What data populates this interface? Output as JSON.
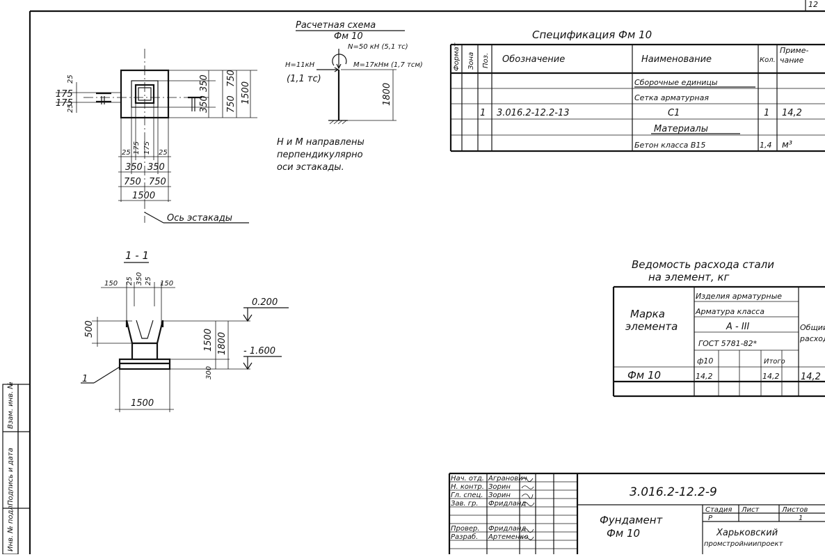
{
  "sheet_corner": "12",
  "scheme": {
    "title": "Расчетная схема",
    "element": "Фм 10",
    "n_load": "N=50 кН (5,1 тс)",
    "m_load": "M=17кНм (1,7 тсм)",
    "h_load": "H=11кН",
    "h_load2": "(1,1 тс)",
    "height": "1800",
    "note_1": "H и M направлены",
    "note_2": "перпендикулярно",
    "note_3": "оси эстакады."
  },
  "plan": {
    "dims_right": [
      "350",
      "350",
      "750",
      "750",
      "1500"
    ],
    "dims_left": [
      "175",
      "175",
      "25",
      "25"
    ],
    "dims_bottom_1": [
      "25",
      "175",
      "175",
      "25"
    ],
    "dims_bottom_2": [
      "350",
      "350"
    ],
    "dims_bottom_3": [
      "750",
      "750"
    ],
    "dims_bottom_4": "1500",
    "axis_label": "Ось эстакады"
  },
  "section": {
    "title": "1 - 1",
    "dims_top": [
      "150",
      "25",
      "350",
      "25",
      "150"
    ],
    "dim_left": "500",
    "dim_right_1": "1500",
    "dim_right_2": "1800",
    "dim_right_3": "300",
    "level_top": "0.200",
    "level_bottom": "- 1.600",
    "pos_label": "1",
    "width": "1500"
  },
  "spec": {
    "title": "Спецификация Фм 10",
    "headers": {
      "format": "Формат",
      "zone": "Зона",
      "pos": "Поз.",
      "designation": "Обозначение",
      "name": "Наименование",
      "qty": "Кол.",
      "note": "Приме- чание"
    },
    "rows": [
      {
        "pos": "",
        "designation": "",
        "name": "Сборочные единицы",
        "qty": "",
        "note": "",
        "underline": true
      },
      {
        "pos": "",
        "designation": "",
        "name": "Сетка арматурная",
        "qty": "",
        "note": "",
        "underline": false
      },
      {
        "pos": "1",
        "designation": "3.016.2-12.2-13",
        "name": "С1",
        "qty": "1",
        "note": "14,2",
        "underline": false
      },
      {
        "pos": "",
        "designation": "",
        "name": "Материалы",
        "qty": "",
        "note": "",
        "underline": true
      },
      {
        "pos": "",
        "designation": "",
        "name": "Бетон класса В15",
        "qty": "1,4",
        "note": "м³",
        "underline": false
      }
    ]
  },
  "steel": {
    "title_1": "Ведомость расхода стали",
    "title_2": "на элемент, кг",
    "mark_header": "Марка элемента",
    "h_products": "Изделия арматурные",
    "h_class": "Арматура класса",
    "h_class_value": "А - III",
    "h_gost": "ГОСТ 5781-82*",
    "h_total": "Общий расход",
    "h_d10": "ф10",
    "h_itogo": "Итого",
    "row": {
      "mark": "Фм 10",
      "d10": "14,2",
      "itogo": "14,2",
      "total": "14,2"
    }
  },
  "stamp": {
    "roles": [
      "Нач. отд.",
      "Н. контр.",
      "Гл. спец.",
      "Зав. гр.",
      "",
      "Провер.",
      "Разраб."
    ],
    "names": [
      "Агранович",
      "Зорин",
      "Зорин",
      "Фридланд",
      "",
      "Фридланд",
      "Артеменко"
    ],
    "code": "3.016.2-12.2-9",
    "title_1": "Фундамент",
    "title_2": "Фм 10",
    "stage_h": "Стадия",
    "sheet_h": "Лист",
    "sheets_h": "Листов",
    "stage": "Р",
    "sheets": "1",
    "org_1": "Харьковский",
    "org_2": "промстройниипроект"
  },
  "side_stamp": {
    "inv": "Инв. № подл.",
    "sign": "Подпись и дата",
    "vzam": "Взам. инв. №"
  }
}
